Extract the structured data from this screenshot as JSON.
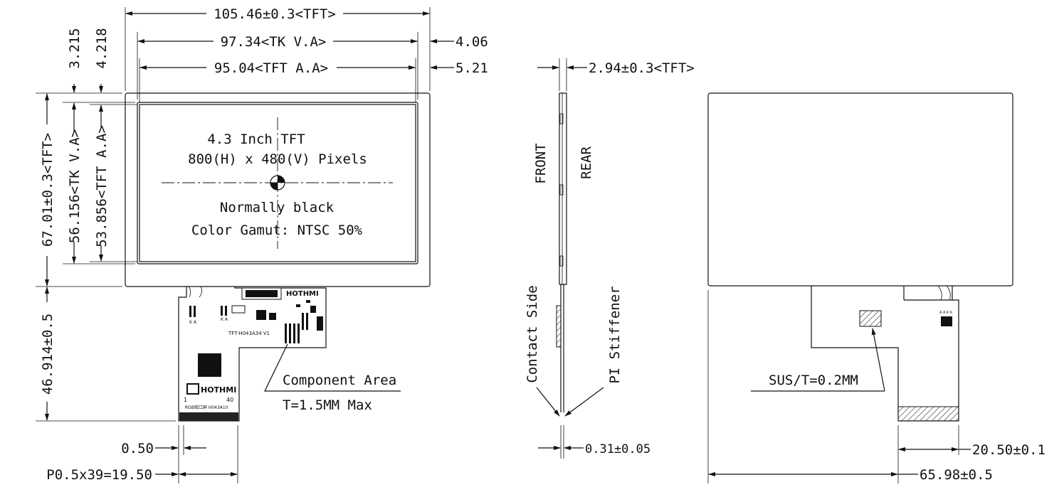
{
  "dims": {
    "tft_width": "105.46±0.3<TFT>",
    "tk_va_width": "97.34<TK V.A>",
    "tft_aa_width": "95.04<TFT A.A>",
    "right_offset_1": "4.06",
    "right_offset_2": "5.21",
    "top_offset_1": "3.215",
    "top_offset_2": "4.218",
    "tft_height": "67.01±0.3<TFT>",
    "tk_va_height": "56.156<TK V.A>",
    "tft_aa_height": "53.856<TFT A.A>",
    "fpc_length": "46.914±0.5",
    "pitch": "0.50",
    "pitch_total": "P0.5x39=19.50",
    "thickness": "2.94±0.3<TFT>",
    "fpc_thickness": "0.31±0.05",
    "stiffener_width": "20.50±0.1",
    "rear_width": "65.98±0.5"
  },
  "panel_text": {
    "line1": "4.3 Inch TFT",
    "line2": "800(H) x 480(V) Pixels",
    "line3": "Normally black",
    "line4": "Color Gamut: NTSC 50%"
  },
  "side_labels": {
    "front": "FRONT",
    "rear": "REAR",
    "contact_side": "Contact Side",
    "pi_stiffener": "PI Stiffener"
  },
  "notes": {
    "component_area": "Component Area",
    "component_thickness": "T=1.5MM Max",
    "sus": "SUS/T=0.2MM"
  },
  "fpc_print": {
    "brand": "HOTHMI",
    "board_model": "TFT-H043A34 V1",
    "ka_left": "K A",
    "ka_right": "K A",
    "pin_first": "1",
    "pin_last": "40",
    "rgb_label": "RGB接口屏 H043A10",
    "rear_pins": "A A K K"
  }
}
